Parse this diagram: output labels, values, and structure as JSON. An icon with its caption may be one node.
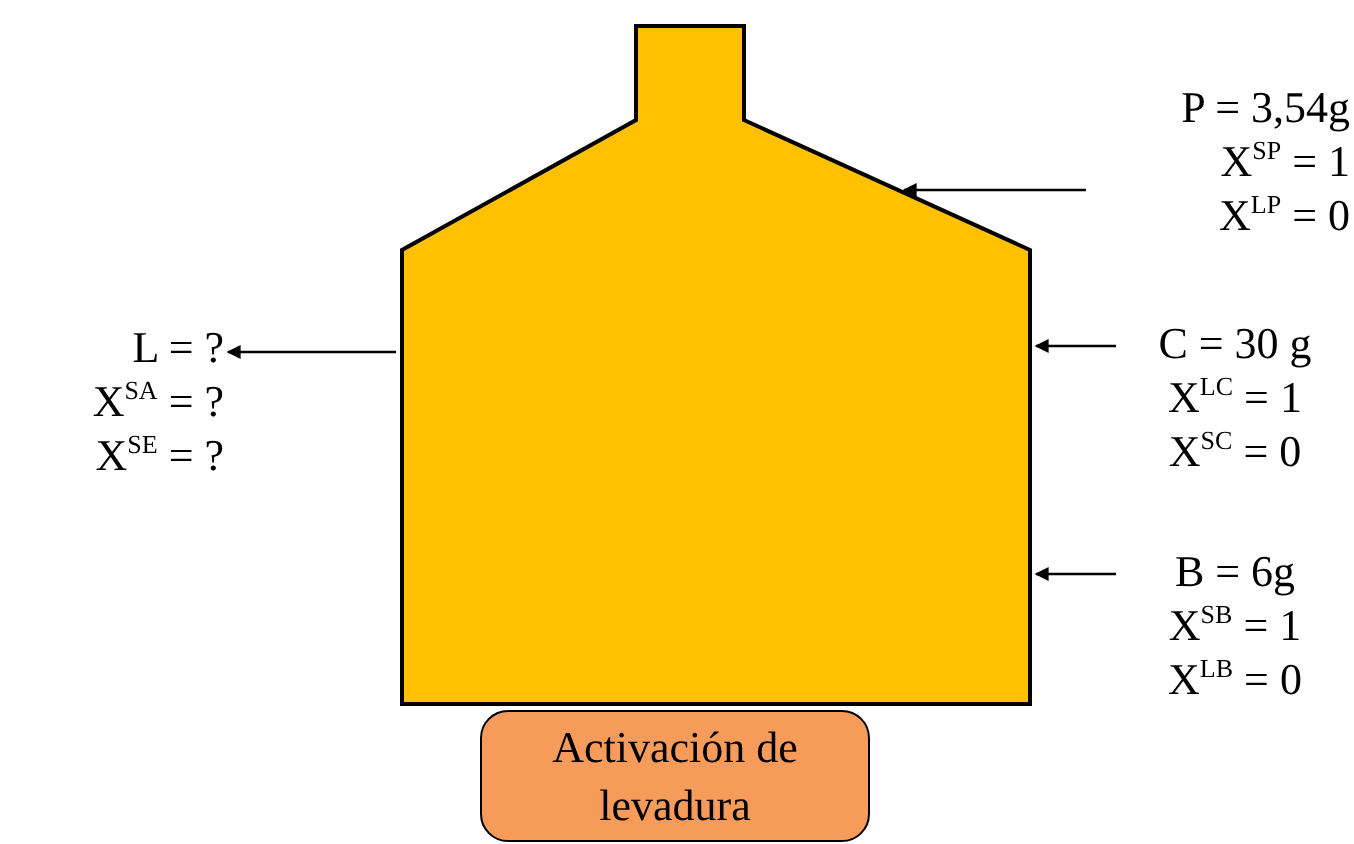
{
  "diagram": {
    "nodes": [
      {
        "text": [],
        "shape": "vessel"
      },
      {
        "text": [
          "Activación de levadura"
        ]
      },
      {
        "text": [
          "P = 3,54g",
          "X$^{SP}$ = 1",
          "X$^{LP}$ = 0"
        ]
      },
      {
        "text": [
          "C = 30 g",
          "X$^{LC}$ = 1",
          "X$^{SC}$ = 0"
        ]
      },
      {
        "text": [
          "B = 6g",
          "X$^{SB}$ = 1",
          "X$^{LB}$ = 0"
        ]
      },
      {
        "text": [
          "L = ?",
          "X$^{SA}$ = ?",
          "X$^{SE}$ = ?"
        ]
      }
    ],
    "edges": [
      {
        "from": 2,
        "to": 0,
        "arrow": "to"
      },
      {
        "from": 3,
        "to": 0,
        "arrow": "to"
      },
      {
        "from": 4,
        "to": 0,
        "arrow": "to"
      },
      {
        "from": 0,
        "to": 5,
        "arrow": "to"
      }
    ]
  }
}
